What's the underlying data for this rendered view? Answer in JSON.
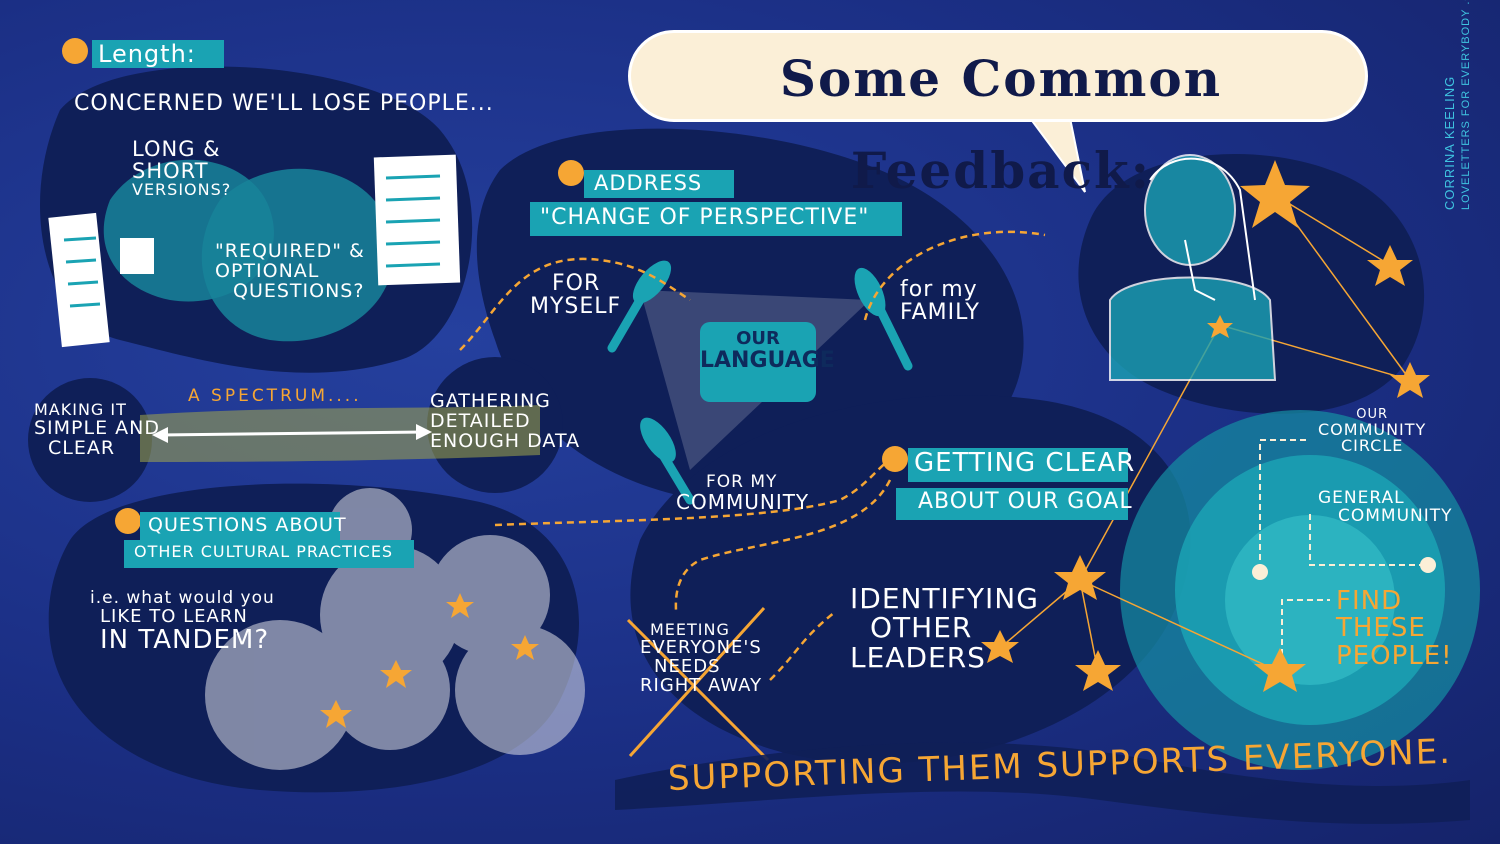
{
  "colors": {
    "background": "#1b2f85",
    "dark_blob": "#0f1f58",
    "teal": "#1aa3b3",
    "orange": "#f6a634",
    "cream": "#fbefd7"
  },
  "title": "Some Common Feedback:",
  "credit": {
    "line1": "Corrina Keeling",
    "line2": "loveletters for everybody .ca"
  },
  "length": {
    "heading": "Length:",
    "concern": "Concerned we'll lose people...",
    "long_short": [
      "Long &",
      "short",
      "versions?"
    ],
    "required": [
      "\"Required\" &",
      "optional",
      "questions?"
    ]
  },
  "spectrum": {
    "label": "A spectrum....",
    "left": [
      "Making it",
      "simple and",
      "clear"
    ],
    "right": [
      "Gathering",
      "detailed",
      "enough data"
    ]
  },
  "cultural": {
    "heading": [
      "Questions about",
      "other cultural practices"
    ],
    "question": [
      "i.e. what would you",
      "like to learn",
      "in tandem?"
    ]
  },
  "perspective": {
    "heading": [
      "Address",
      "\"Change of Perspective\""
    ],
    "myself": [
      "For",
      "myself"
    ],
    "family": [
      "for my",
      "family"
    ],
    "community": [
      "For my",
      "community"
    ],
    "center": [
      "Our",
      "language"
    ]
  },
  "goal": {
    "heading": [
      "Getting clear",
      "about our goal"
    ],
    "crossed": [
      "Meeting",
      "everyone's",
      "needs",
      "right away"
    ],
    "leaders": [
      "Identifying",
      "other",
      "leaders"
    ]
  },
  "circles": {
    "outer": [
      "Our",
      "community",
      "circle"
    ],
    "middle": [
      "General",
      "community"
    ],
    "inner": [
      "Find",
      "these",
      "people!"
    ]
  },
  "footer": "Supporting them supports everyone."
}
